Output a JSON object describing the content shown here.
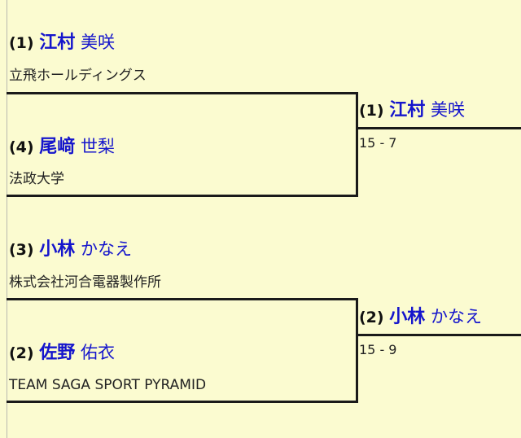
{
  "matches": [
    {
      "top": {
        "seed": "(1)",
        "surname": "江村",
        "given": "美咲",
        "org": "立飛ホールディングス"
      },
      "bottom": {
        "seed": "(4)",
        "surname": "尾﨑",
        "given": "世梨",
        "org": "法政大学"
      },
      "winner": {
        "seed": "(1)",
        "surname": "江村",
        "given": "美咲"
      },
      "score": "15 - 7"
    },
    {
      "top": {
        "seed": "(3)",
        "surname": "小林",
        "given": "かなえ",
        "org": "株式会社河合電器製作所"
      },
      "bottom": {
        "seed": "(2)",
        "surname": "佐野",
        "given": "佑衣",
        "org": "TEAM SAGA SPORT PYRAMID"
      },
      "winner": {
        "seed": "(2)",
        "surname": "小林",
        "given": "かなえ"
      },
      "score": "15 - 9"
    }
  ]
}
